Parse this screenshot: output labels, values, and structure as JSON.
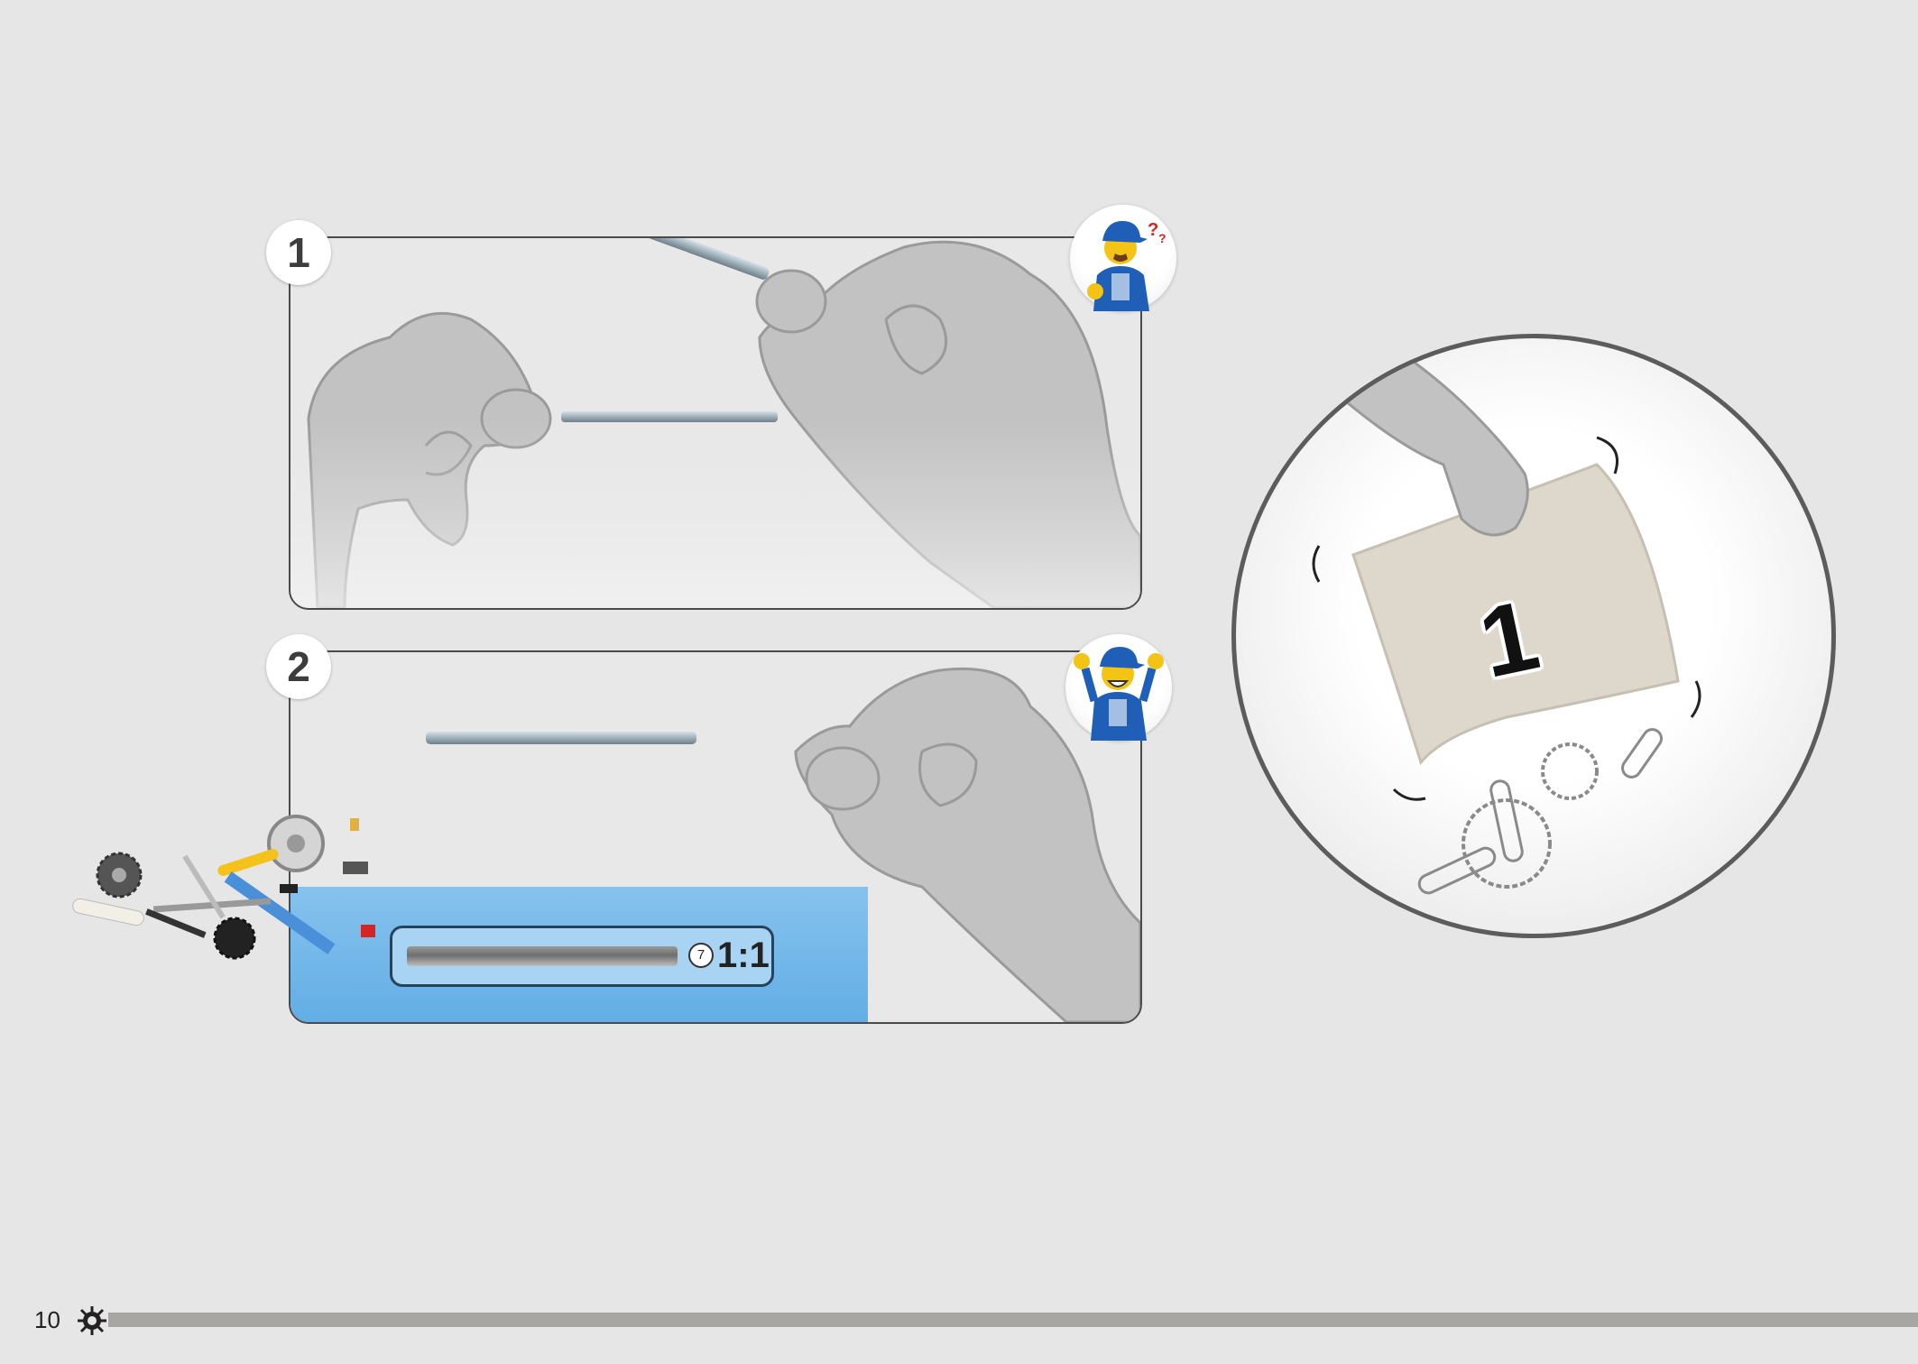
{
  "steps": [
    {
      "number": "1"
    },
    {
      "number": "2"
    }
  ],
  "ruler": {
    "count": "7",
    "scale": "1:1"
  },
  "bag": {
    "number": "1"
  },
  "footer": {
    "page_number": "10"
  },
  "colors": {
    "background": "#e6e6e6",
    "tray": "#62aee5",
    "footer_bar": "#a8a6a3",
    "minifig_blue": "#1f5fb8",
    "minifig_yellow": "#f3c316"
  },
  "icons": [
    "confused-minifigure-icon",
    "happy-minifigure-icon",
    "gear-icon"
  ]
}
